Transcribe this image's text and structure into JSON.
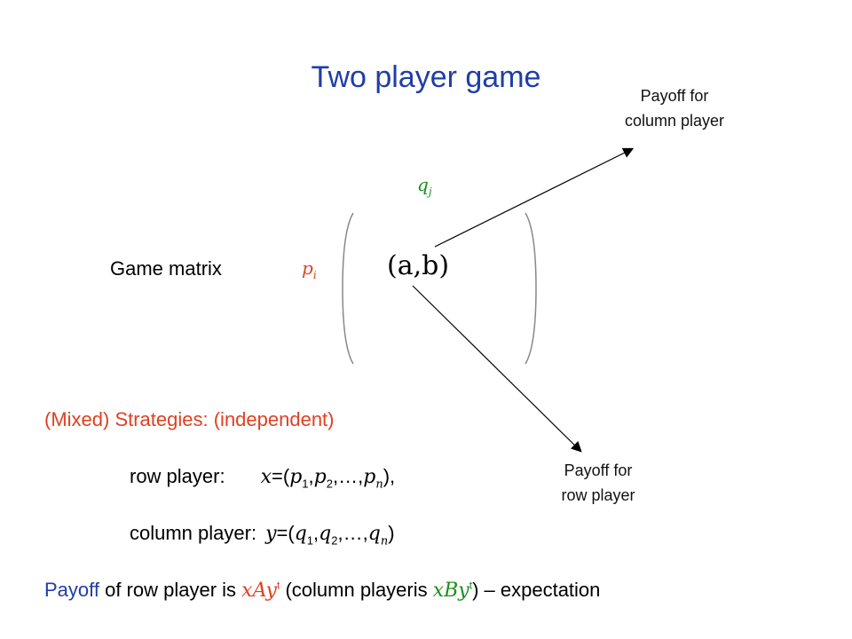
{
  "title": "Two player game",
  "notes": {
    "column_payoff": [
      "Payoff for",
      "column player"
    ],
    "row_payoff": [
      "Payoff for",
      "row player"
    ]
  },
  "matrix": {
    "label": "Game matrix",
    "column_index": "q",
    "column_sub": "j",
    "row_index": "p",
    "row_sub": "i",
    "entry": "(a,b)"
  },
  "strategies": {
    "heading": "(Mixed) Strategies:  (independent)",
    "row_label": "row player:",
    "row_var": "x",
    "row_expr_prefix": "=(",
    "row_terms": [
      "p",
      "1",
      ",",
      "p",
      "2",
      ",…,",
      "p",
      "n",
      "),"
    ],
    "col_label": "column player:",
    "col_var": "y",
    "col_expr_prefix": "=(",
    "col_terms": [
      "q",
      "1",
      ",",
      "q",
      "2",
      ",…,",
      "q",
      "n",
      ")"
    ]
  },
  "payoff": {
    "word": "Payoff",
    "text1": " of row player is ",
    "expr_row": "xAy",
    "sup": "t",
    "text2": " (column playeris ",
    "expr_col": "xBy",
    "text3": ") – expectation"
  },
  "colors": {
    "title": "#1f3ea8",
    "red": "#e04020",
    "green": "#1a8f1a"
  }
}
